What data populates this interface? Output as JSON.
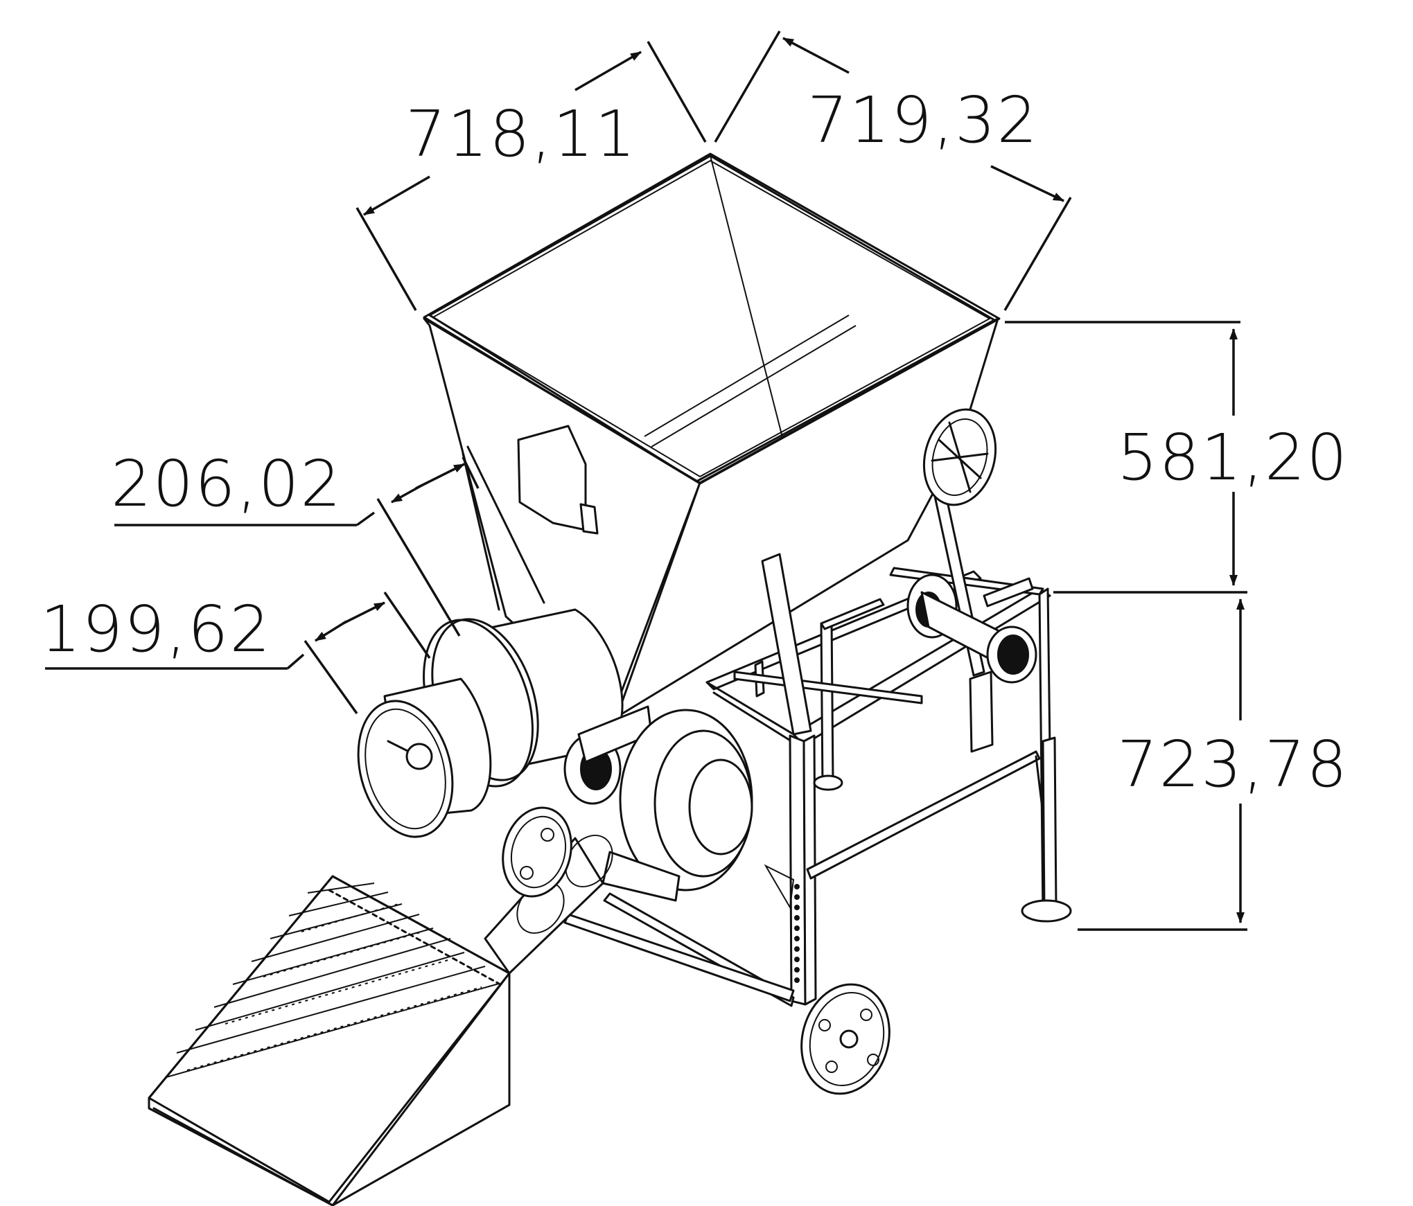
{
  "dimensions": {
    "hopper_top_left_width": "718,11",
    "hopper_top_right_width": "719,32",
    "hopper_height": "581,20",
    "frame_height": "723,78",
    "outer_ring_diameter": "206,02",
    "outlet_diameter": "199,62"
  },
  "colors": {
    "line": "#111111",
    "background": "#ffffff"
  }
}
